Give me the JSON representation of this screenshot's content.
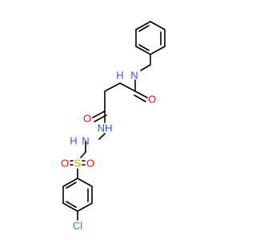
{
  "molecule": {
    "labels": {
      "amide_nh": "NH",
      "amide_h": "H",
      "amide_n": "N",
      "amide_o": "O",
      "hydrazide_o": "O",
      "hydrazide_nh": "NH",
      "sulfonyl_n": "N",
      "sulfonyl_h": "H",
      "sulfur": "S",
      "sulfonyl_o_left": "O",
      "sulfonyl_o_right": "O",
      "chlorine": "Cl"
    },
    "colors": {
      "carbon_bond": "#000000",
      "nitrogen": "#3050F8",
      "oxygen": "#FF0D0D",
      "sulfur": "#B8A400",
      "chlorine": "#1FB01F"
    }
  }
}
